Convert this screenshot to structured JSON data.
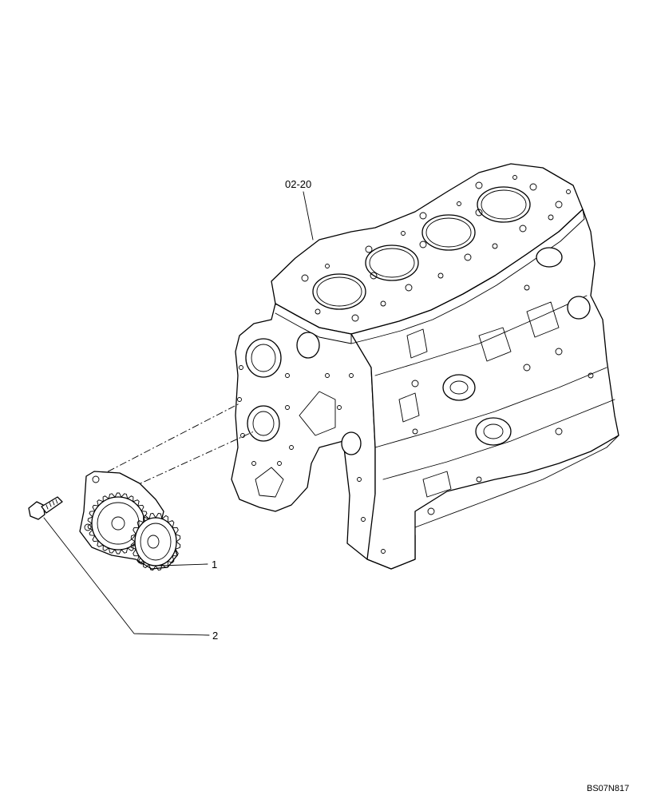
{
  "callouts": {
    "engine_block_ref": "02-20",
    "item_1": "1",
    "item_2": "2"
  },
  "drawing_code": "BS07N817"
}
